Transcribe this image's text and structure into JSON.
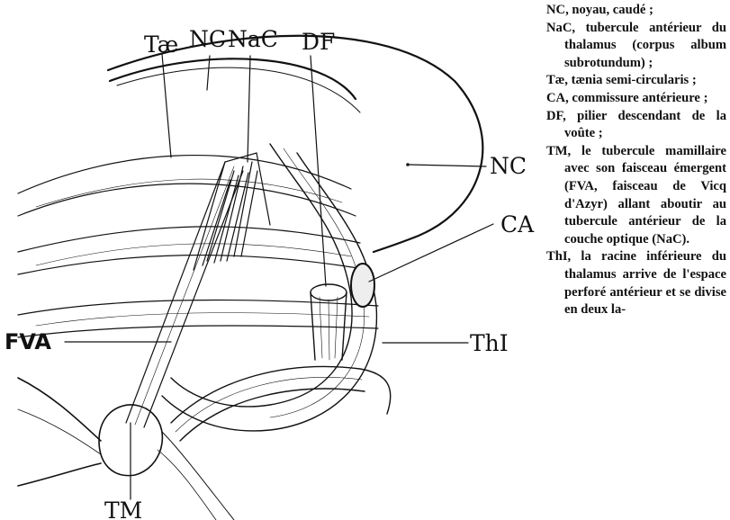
{
  "labels": {
    "tae": "Tæ",
    "nc_top": "NC",
    "nac": "NaC",
    "df": "DF",
    "nc_right": "NC",
    "ca": "CA",
    "fva": "FVA",
    "thi": "ThI",
    "tm": "TM"
  },
  "legend": [
    {
      "abbr": "NC",
      "text": ", noyau, caudé ;"
    },
    {
      "abbr": "NaC",
      "text": ", tubercule antérieur du thalamus (corpus album subrotundum) ;"
    },
    {
      "abbr": "Tæ",
      "text": ", tænia semi-circularis ;"
    },
    {
      "abbr": "CA",
      "text": ", commissure antérieure ;"
    },
    {
      "abbr": "DF",
      "text": ", pilier descendant de la voûte ;"
    },
    {
      "abbr": "TM",
      "text": ", le tubercule mamillaire avec son faisceau émergent (FVA, faisceau de Vicq d'Azyr) allant aboutir au tubercule antérieur de la couche optique (NaC)."
    },
    {
      "abbr": "ThI",
      "text": ", la racine inférieure du thalamus arrive de l'espace perforé antérieur et se divise en deux la-"
    }
  ]
}
